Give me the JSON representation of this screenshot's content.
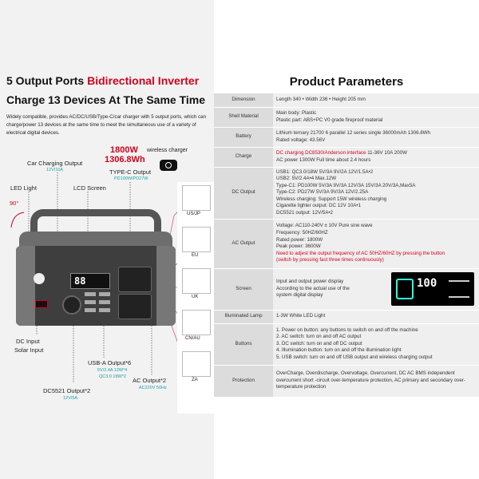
{
  "left": {
    "headline_part1": "5 Output Ports ",
    "headline_red": "Bidirectional Inverter",
    "headline2": "Charge 13 Devices At The Same Time",
    "description": "Widely compatible, provides AC/DC/USB/Type-C/car charger with 5 output ports, which can charge/power 13 devices at the same time to meet the simultaneous use of a variety of electrical digital devices.",
    "power_watts": "1800W",
    "capacity_wh": "1306.8Wh",
    "labels": {
      "wireless_charger": "wireless charger",
      "car_charging_output": "Car Charging Output",
      "car_charging_sub": "12V/10A",
      "typec_output": "TYPE-C Output",
      "typec_sub": "PD100W/PD27W",
      "led_light": "LED Light",
      "lcd_screen": "LCD Screen",
      "angle": "90°",
      "dc_input": "DC Input",
      "solar_input": "Solar Input",
      "usba_output": "USB-A Output*6",
      "usba_sub1": "5V/2.4A 12W*4",
      "usba_sub2": "QC3.0 18W*2",
      "ac_output": "AC Output*2",
      "ac_sub": "AC220V 50Hz",
      "dc5521_output": "DC5521 Output*2",
      "dc5521_sub": "12V/5A"
    },
    "lcd_value": "88",
    "sockets": [
      "US/JP",
      "EU",
      "UK",
      "CN/AU",
      "ZA"
    ]
  },
  "right": {
    "title": "Product Parameters",
    "params": [
      {
        "key": "Dimension",
        "lines": [
          "Length 340 • Width 236 • Height 205 mm"
        ]
      },
      {
        "key": "Shell Material",
        "lines": [
          "Main body: Plastic",
          "Plastic part: ABS+PC V0 grade fireproof material"
        ]
      },
      {
        "key": "Battery",
        "lines": [
          "Lithium ternary 21700 6 parallel 12 series single 36000mAh 1306.8Wh",
          "Rated voltage: 43.56V"
        ]
      },
      {
        "key": "Charge",
        "red": "DC charging DC8530/Anderson interface",
        "red_tail": " 11-36V 10A 200W",
        "lines": [
          "AC power 1300W Full time about 2.4 hours"
        ]
      },
      {
        "key": "DC Output",
        "lines": [
          "USB1: QC3.0/18W 5V/3A 9V/2A 12V/1.5A•2",
          "USB2: 5V/2.4A•4 Max.12W",
          "Type-C1: PD100W  5V/3A 9V/3A 12V/3A 15V/3A 20V/3A,Max5A",
          "Type-C2: PD27W   5V/3A 9V/3A 12V/2.25A",
          "Wireless charging: Support 15W wireless charging",
          "Cigarette lighter output: DC 12V 10A•1",
          "DC5521 output: 12V/5A•2"
        ]
      },
      {
        "key": "AC Output",
        "lines": [
          "Voltage: AC110-240V ± 10V  Pure sine wave",
          "Frequency: 50HZ/60HZ",
          "Rated power: 1800W",
          "Peak power: 3600W"
        ],
        "red_lines": [
          "Need to adjest the output frequency of AC 50HZ/60HZ by pressing the button",
          "(switch by pressing fast three times continuously)"
        ]
      },
      {
        "key": "Screen",
        "lines": [
          "Input and output power display",
          "According to the actual use of the",
          "system digital display"
        ]
      },
      {
        "key": "Illuminated Lamp",
        "lines": [
          "1-3W  White  LED Light"
        ]
      },
      {
        "key": "Buttons",
        "lines": [
          "1. Power on button: any buttons to switch on and off the machine",
          "2. AC switch: turn on and off AC output",
          "3. DC switch: turn on and off DC output",
          "4. Illumination button: turn on and off the illumination light",
          "5. USB switch:  turn on and off USB output and wireless charging output"
        ]
      },
      {
        "key": "Protection",
        "lines": [
          "OverCharge, Overdischarge, Overvoltage, Overcurrent, DC AC BMS independent overcurrent short -circuit over-temperature protection, AC primary and secondary over-temperature protection"
        ]
      }
    ],
    "screen_value": "100"
  }
}
